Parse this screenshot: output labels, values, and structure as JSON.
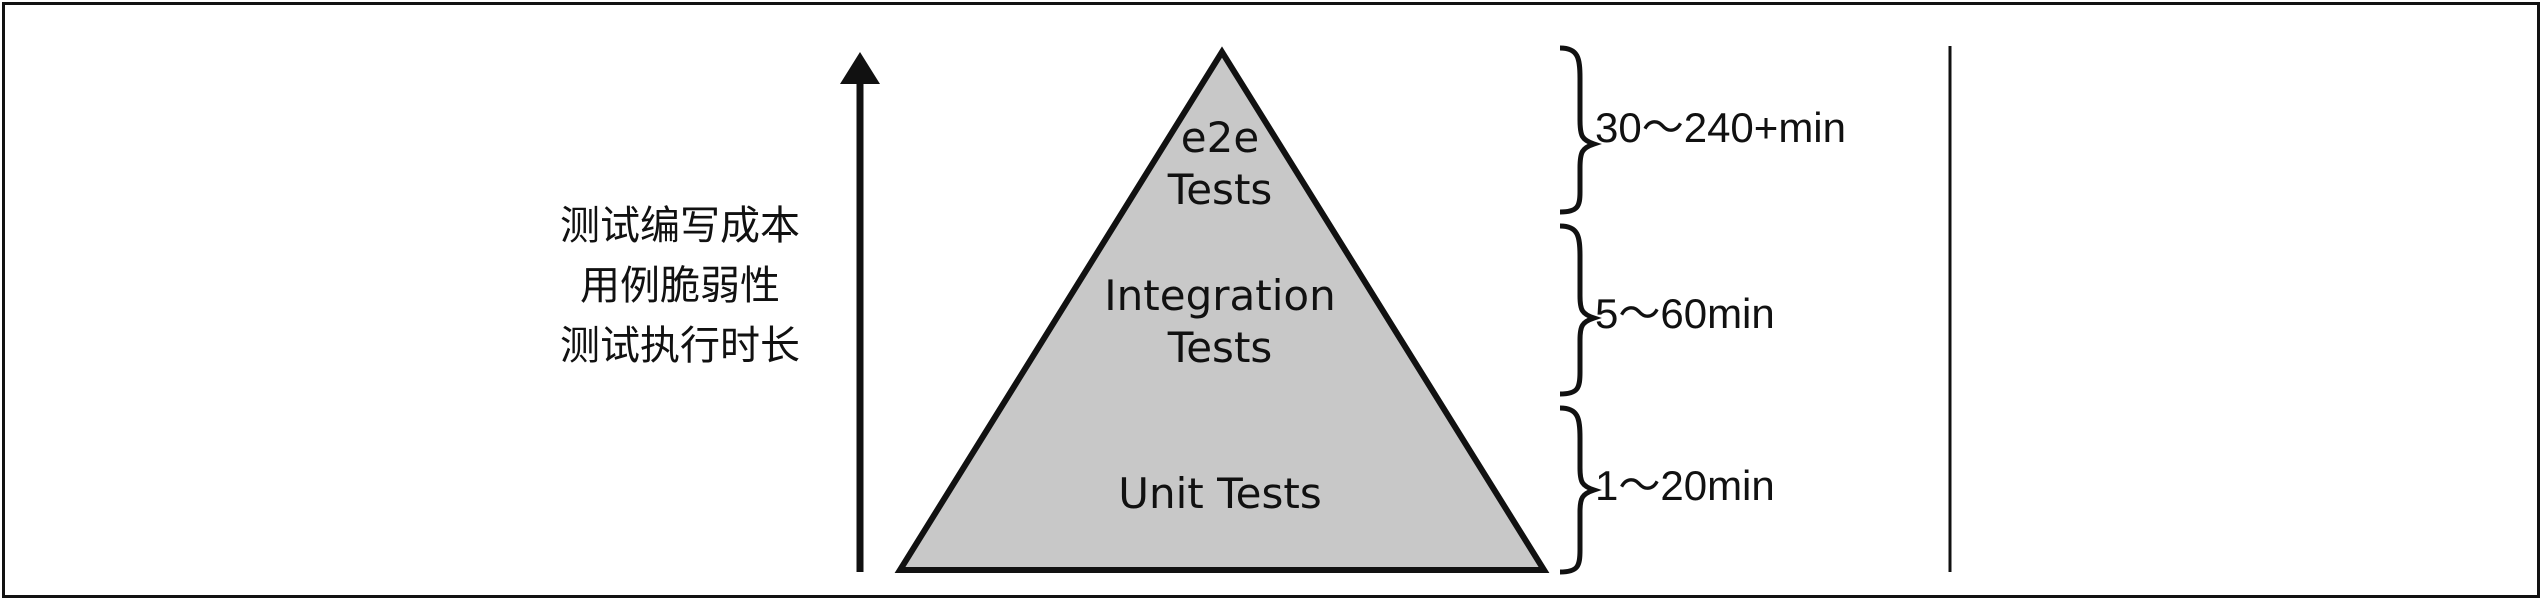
{
  "diagram": {
    "axis_label_lines": [
      "测试编写成本",
      "用例脆弱性",
      "测试执行时长"
    ],
    "layers": {
      "e2e": {
        "lines": [
          "e2e",
          "Tests"
        ],
        "time": "30～240+min"
      },
      "integration": {
        "lines": [
          "Integration",
          "Tests"
        ],
        "time": "5～60min"
      },
      "unit": {
        "lines": [
          "Unit Tests"
        ],
        "time": "1～20min"
      }
    },
    "colors": {
      "pyramid_fill": "#c8c8c8",
      "line": "#111111"
    }
  }
}
